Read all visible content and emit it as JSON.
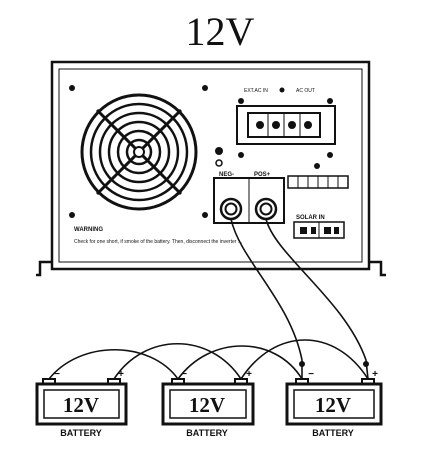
{
  "title": "12V",
  "inverter": {
    "ac_in_label": "EXT.AC IN",
    "ac_out_label": "AC OUT",
    "neg_label": "NEG-",
    "pos_label": "POS+",
    "solar_label": "SOLAR IN",
    "warning_title": "WARNING",
    "warning_text": "Check for one short, if smoke of the battery. Then, disconnect the inverter ..."
  },
  "batteries": [
    {
      "voltage": "12V",
      "label": "BATTERY",
      "neg_sign": "−",
      "pos_sign": "+"
    },
    {
      "voltage": "12V",
      "label": "BATTERY",
      "neg_sign": "−",
      "pos_sign": "+"
    },
    {
      "voltage": "12V",
      "label": "BATTERY",
      "neg_sign": "−",
      "pos_sign": "+"
    }
  ]
}
